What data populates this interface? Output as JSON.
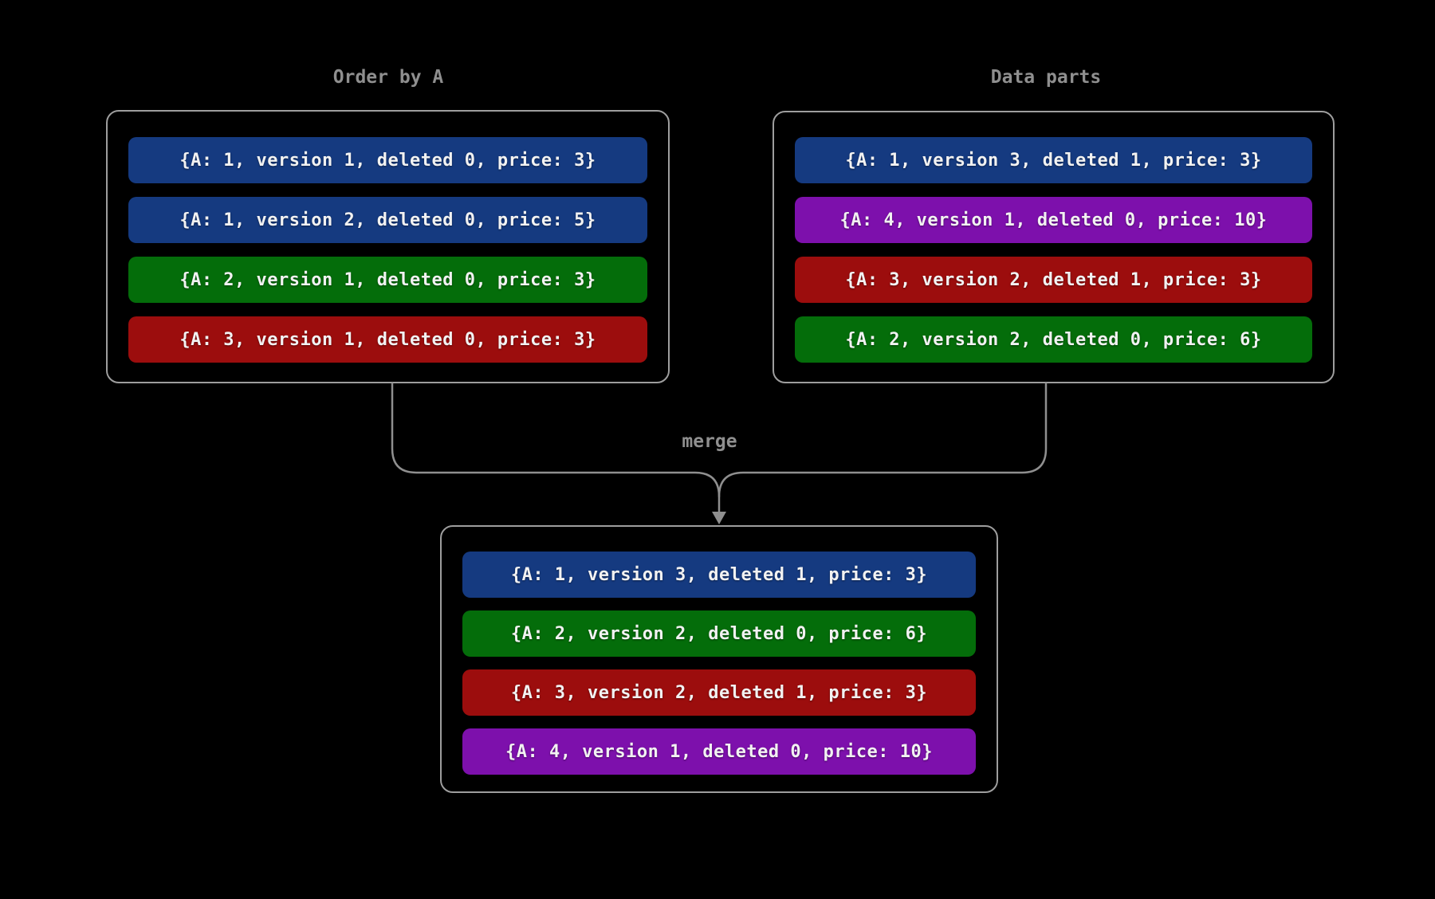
{
  "colors": {
    "background": "#000000",
    "panel_border": "#9e9e9e",
    "connector": "#8f8f8f",
    "title_text": "#8f8f8f",
    "row_text": "#f2f2f2",
    "blue": "#153a80",
    "green": "#046d0a",
    "red": "#9c0d0d",
    "purple": "#7d10ac"
  },
  "left_panel": {
    "title": "Order by A",
    "rows": [
      {
        "text": "{A: 1, version 1, deleted 0, price: 3}",
        "color": "blue"
      },
      {
        "text": "{A: 1, version 2, deleted 0, price: 5}",
        "color": "blue"
      },
      {
        "text": "{A: 2, version 1, deleted 0, price: 3}",
        "color": "green"
      },
      {
        "text": "{A: 3, version 1, deleted 0, price: 3}",
        "color": "red"
      }
    ]
  },
  "right_panel": {
    "title": "Data parts",
    "rows": [
      {
        "text": "{A: 1, version 3, deleted 1, price: 3}",
        "color": "blue"
      },
      {
        "text": "{A: 4, version 1, deleted 0, price: 10}",
        "color": "purple"
      },
      {
        "text": "{A: 3, version 2, deleted 1, price: 3}",
        "color": "red"
      },
      {
        "text": "{A: 2, version 2, deleted 0, price: 6}",
        "color": "green"
      }
    ]
  },
  "merge": {
    "label": "merge"
  },
  "result_panel": {
    "rows": [
      {
        "text": "{A: 1, version 3, deleted 1, price: 3}",
        "color": "blue"
      },
      {
        "text": "{A: 2, version 2, deleted 0, price: 6}",
        "color": "green"
      },
      {
        "text": "{A: 3, version 2, deleted 1, price: 3}",
        "color": "red"
      },
      {
        "text": "{A: 4, version 1, deleted 0, price: 10}",
        "color": "purple"
      }
    ]
  }
}
